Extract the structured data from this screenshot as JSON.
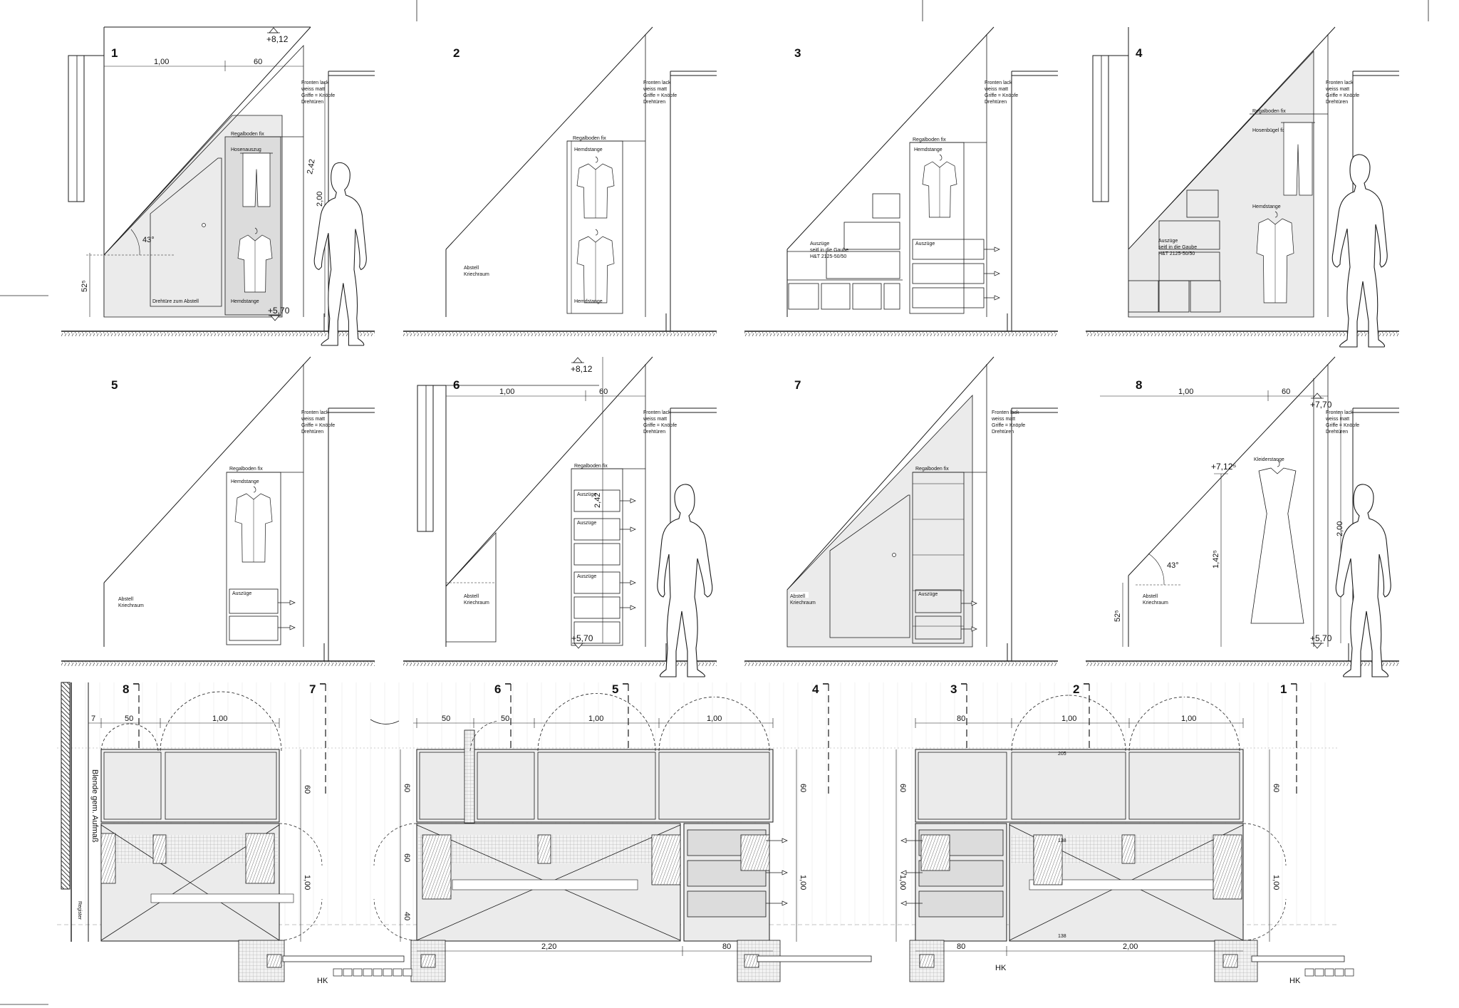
{
  "elevations": [
    {
      "number": "1",
      "mirrored": false,
      "level_top": "+8,12",
      "level_bottom": "+5,70",
      "dim_width_left": "1,00",
      "dim_width_right": "60",
      "dim_height": "2,00",
      "dim_height2": "2,42",
      "dim_knee": "52⁵",
      "angle": "43°",
      "labels": {
        "fronts": [
          "Fronten lack",
          "weiss matt",
          "Griffe = Knöpfe",
          "Drehtüren"
        ],
        "shelf": "Regalboden fix",
        "pull": "Hosenauszug",
        "door": "Drehtüre zum Abstell",
        "rail": "Hemdstange"
      }
    },
    {
      "number": "2",
      "mirrored": false,
      "labels": {
        "fronts": [
          "Fronten lack",
          "weiss matt",
          "Griffe = Knöpfe",
          "Drehtüren"
        ],
        "shelf": "Regalboden fix",
        "rail_top": "Hemdstange",
        "rail_bottom": "Hemdstange",
        "storage": [
          "Abstell",
          "Kriechraum"
        ]
      }
    },
    {
      "number": "3",
      "mirrored": false,
      "labels": {
        "fronts": [
          "Fronten lack",
          "weiss matt",
          "Griffe = Knöpfe",
          "Drehtüren"
        ],
        "shelf": "Regalboden fix",
        "rail": "Hemdstange",
        "drawers_left": [
          "Auszüge",
          "seitl in die Gaube",
          "H&T 2125-50/50"
        ],
        "drawers_right": "Auszüge"
      }
    },
    {
      "number": "4",
      "mirrored": false,
      "labels": {
        "fronts": [
          "Fronten lack",
          "weiss matt",
          "Griffe = Knöpfe",
          "Drehtüren"
        ],
        "shelf": "Regalboden fix",
        "hanger": "Hosenbügel fix",
        "rail": "Hemdstange",
        "drawers": [
          "Auszüge",
          "seitl in die Gaube",
          "H&T 2125-50/50"
        ]
      }
    },
    {
      "number": "5",
      "mirrored": false,
      "labels": {
        "fronts": [
          "Fronten lack",
          "weiss matt",
          "Griffe = Knöpfe",
          "Drehtüren"
        ],
        "shelf": "Regalboden fix",
        "rail": "Hemdstange",
        "drawers": "Auszüge",
        "storage": [
          "Abstell",
          "Kriechraum"
        ]
      }
    },
    {
      "number": "6",
      "mirrored": false,
      "level_top": "+8,12",
      "level_bottom": "+5,70",
      "dim_width_left": "1,00",
      "dim_width_right": "60",
      "dim_height": "2,42",
      "labels": {
        "fronts": [
          "Fronten lack",
          "weiss matt",
          "Griffe = Knöpfe",
          "Drehtüren"
        ],
        "shelf": "Regalboden fix",
        "drawers": [
          "Auszüge",
          "Auszüge",
          "Auszüge"
        ],
        "storage": [
          "Abstell",
          "Kriechraum"
        ]
      }
    },
    {
      "number": "7",
      "mirrored": false,
      "labels": {
        "fronts": [
          "Fronten lack",
          "weiss matt",
          "Griffe = Knöpfe",
          "Drehtüren"
        ],
        "shelf": "Regalboden fix",
        "drawers": "Auszüge",
        "storage": [
          "Abstell",
          "Kriechraum"
        ]
      }
    },
    {
      "number": "8",
      "mirrored": false,
      "level_top": "+7,70",
      "level_mid": "+7,12⁵",
      "level_bottom": "+5,70",
      "dim_width_left": "1,00",
      "dim_width_right": "60",
      "dim_height": "2,00",
      "dim_height2": "1,42⁵",
      "dim_knee": "52⁵",
      "angle": "43°",
      "labels": {
        "fronts": [
          "Fronten lack",
          "weiss matt",
          "Griffe = Knöpfe",
          "Drehtüren"
        ],
        "rail": "Kleiderstange",
        "storage": [
          "Abstell",
          "Kriechraum"
        ]
      }
    }
  ],
  "plan": {
    "section_marks": [
      "8",
      "7",
      "6",
      "5",
      "4",
      "3",
      "2",
      "1"
    ],
    "left": {
      "dims_top": [
        "7",
        "50",
        "1,00"
      ],
      "dims_side": [
        "60",
        "1,00"
      ],
      "wall_label": "Blende gem. Aufmaß",
      "below_label": "Register"
    },
    "middle": {
      "dims_top": [
        "50",
        "50",
        "1,00",
        "1,00"
      ],
      "dims_side_left": [
        "60",
        "60",
        "40"
      ],
      "dims_side_right": [
        "60",
        "1,00"
      ],
      "dims_bottom": [
        "2,20",
        "80"
      ]
    },
    "right": {
      "dims_top": [
        "80",
        "1,00",
        "1,00"
      ],
      "dims_side_left": [
        "60",
        "1,00"
      ],
      "dims_side_right": [
        "60",
        "1,00"
      ],
      "dims_bottom": [
        "80",
        "2,00"
      ],
      "faint": [
        "205",
        "138",
        "138"
      ]
    },
    "heater_label": "HK"
  },
  "colors": {
    "line": "#1a1a1a",
    "fill": "#ebebeb",
    "fill_dark": "#dcdcdc",
    "grid": "#cfcfcf"
  }
}
